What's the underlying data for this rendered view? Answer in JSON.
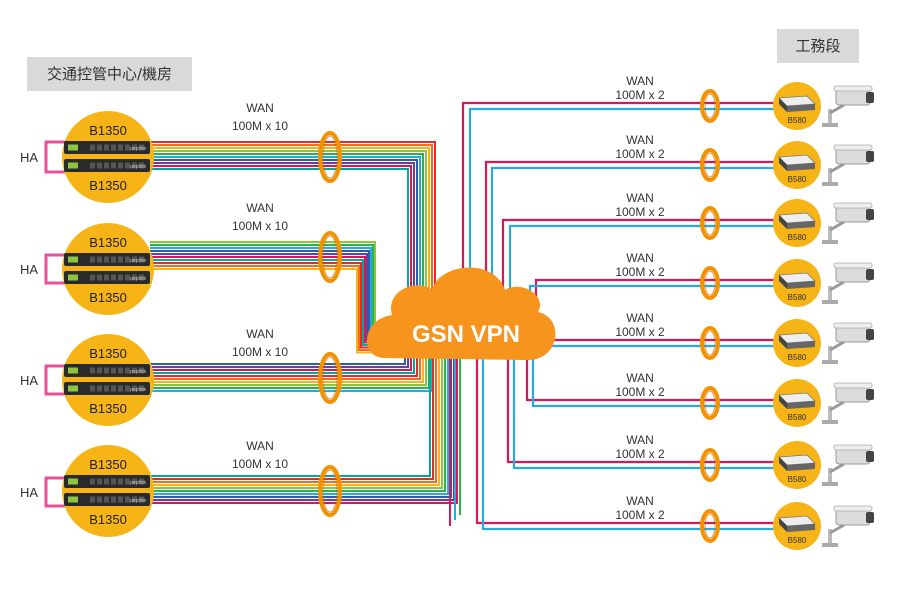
{
  "labels": {
    "center_room": "交通控管中心/機房",
    "field_section": "工務段",
    "vpn": "GSN VPN",
    "ha": "HA",
    "wan": "WAN",
    "uplink_center": "100M x 10",
    "uplink_field": "100M x 2",
    "router_main": "B1350",
    "router_field": "B580",
    "device_brand": "peplink"
  },
  "colors": {
    "accent_yellow": "#f7b417",
    "vpn_orange": "#f7941d",
    "ha_pink": "#e8509b",
    "line_red": "#d6185a",
    "line_blue": "#27aae1",
    "rainbow": [
      "#e62a2a",
      "#f36d21",
      "#f7b417",
      "#8cc63f",
      "#2bb34a",
      "#27aae1",
      "#2e5ea8",
      "#6b3fa0",
      "#d6185a",
      "#00a99d"
    ]
  },
  "icons": [
    "router-device-icon",
    "security-camera-icon",
    "bundle-ring-icon",
    "cloud-icon"
  ]
}
